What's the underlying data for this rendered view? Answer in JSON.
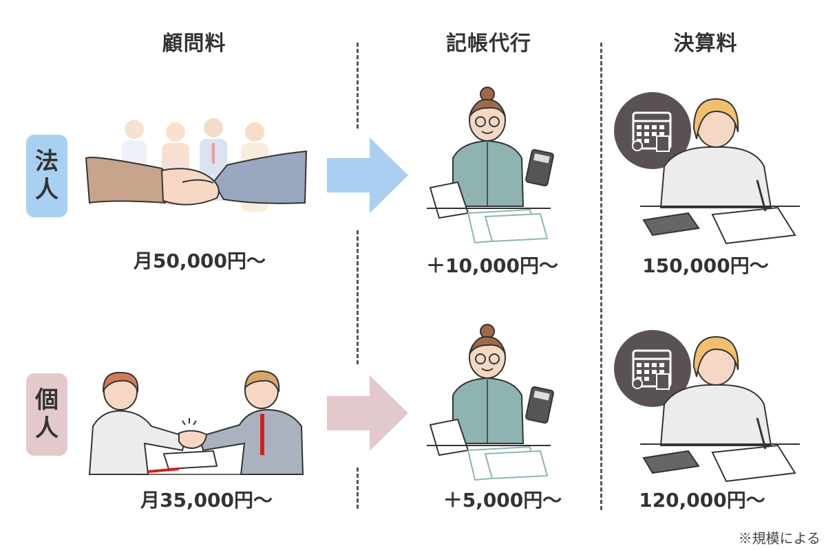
{
  "headers": {
    "advisory": "顧問料",
    "bookkeeping": "記帳代行",
    "settlement": "決算料"
  },
  "rows": {
    "corporate": {
      "label_line1": "法",
      "label_line2": "人",
      "label_color": "#a9d0f0",
      "arrow_color": "#a9d0f0",
      "advisory_fee": "月50,000円〜",
      "bookkeeping_fee": "＋10,000円〜",
      "settlement_fee": "150,000円〜"
    },
    "individual": {
      "label_line1": "個",
      "label_line2": "人",
      "label_color": "#e3c9cc",
      "arrow_color": "#e3c9cc",
      "advisory_fee": "月35,000円〜",
      "bookkeeping_fee": "＋5,000円〜",
      "settlement_fee": "120,000円〜"
    }
  },
  "note": "※規模による",
  "colors": {
    "divider": "#555555",
    "badge": "#5a5252",
    "shirt_teal": "#8fb3b0",
    "suit_blue": "#9aa7c0",
    "suit_gray": "#a9b2be"
  },
  "icons": [
    "handshake-icon",
    "calculator-icon",
    "calendar-icon",
    "accountant-icon"
  ]
}
